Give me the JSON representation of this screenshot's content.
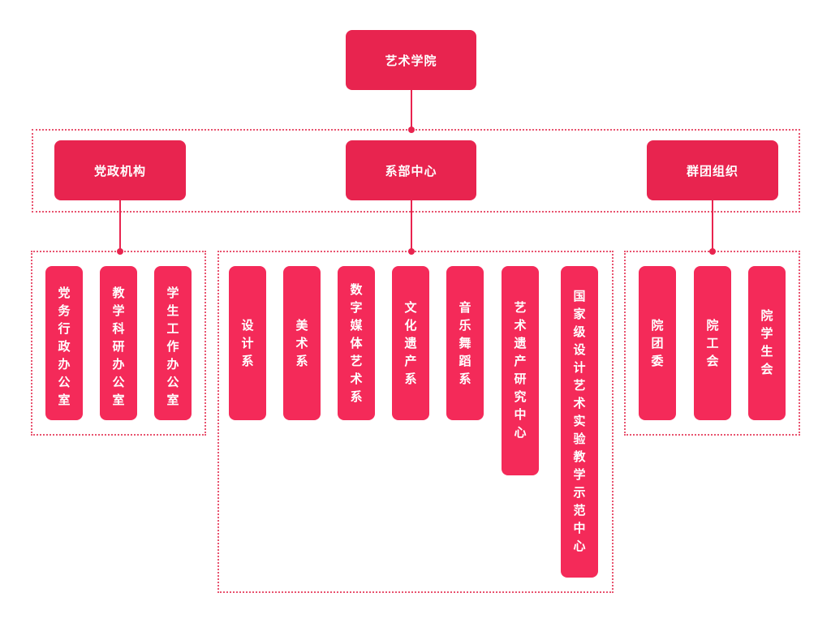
{
  "root": {
    "label": "艺术学院"
  },
  "level2": [
    {
      "label": "党政机构"
    },
    {
      "label": "系部中心"
    },
    {
      "label": "群团组织"
    }
  ],
  "party_admin": [
    {
      "label": "党务行政办公室"
    },
    {
      "label": "教学科研办公室"
    },
    {
      "label": "学生工作办公室"
    }
  ],
  "departments": [
    {
      "label": "设计系"
    },
    {
      "label": "美术系"
    },
    {
      "label": "数字媒体艺术系"
    },
    {
      "label": "文化遗产系"
    },
    {
      "label": "音乐舞蹈系"
    },
    {
      "label": "艺术遗产研究中心"
    },
    {
      "label": "国家级设计艺术实验教学示范中心"
    }
  ],
  "mass_orgs": [
    {
      "label": "院团委"
    },
    {
      "label": "院工会"
    },
    {
      "label": "院学生会"
    }
  ],
  "colors": {
    "node": "#e8244f",
    "leaf": "#f42a59",
    "dotted_border": "#e8536f"
  }
}
